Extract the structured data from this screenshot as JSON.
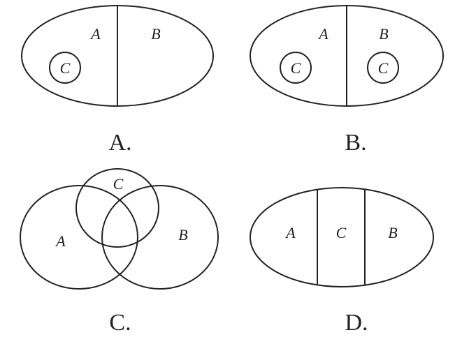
{
  "panels": {
    "a": {
      "caption": "A.",
      "labels": {
        "a": "A",
        "b": "B",
        "c": "C"
      }
    },
    "b": {
      "caption": "B.",
      "labels": {
        "a": "A",
        "b": "B",
        "c1": "C",
        "c2": "C"
      }
    },
    "c": {
      "caption": "C.",
      "labels": {
        "a": "A",
        "b": "B",
        "c": "C"
      }
    },
    "d": {
      "caption": "D.",
      "labels": {
        "a": "A",
        "b": "B",
        "c": "C"
      }
    }
  },
  "colors": {
    "stroke": "#222222",
    "background": "#ffffff"
  }
}
